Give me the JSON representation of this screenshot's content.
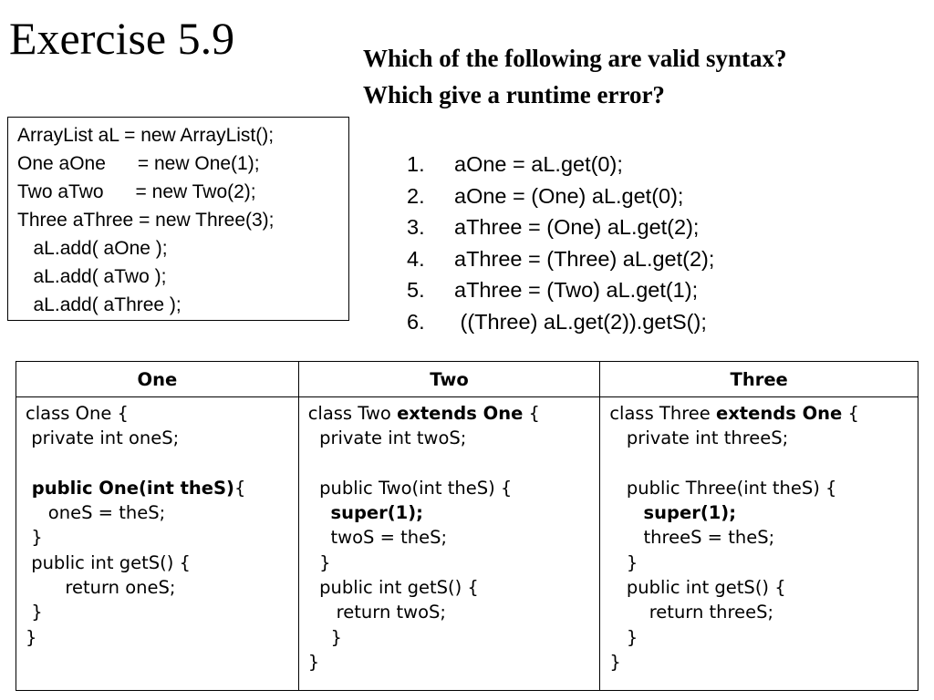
{
  "title": "Exercise 5.9",
  "question": {
    "line1": "Which of the following are valid syntax?",
    "line2": "Which give a runtime error?"
  },
  "setup_code": [
    "ArrayList aL = new ArrayList();",
    "One aOne      = new One(1);",
    "Two aTwo      = new Two(2);",
    "Three aThree = new Three(3);",
    "   aL.add( aOne );",
    "   aL.add( aTwo );",
    "   aL.add( aThree );"
  ],
  "options": [
    {
      "num": "1.",
      "text": "aOne = aL.get(0);"
    },
    {
      "num": "2.",
      "text": "aOne = (One) aL.get(0);"
    },
    {
      "num": "3.",
      "text": "aThree = (One) aL.get(2);"
    },
    {
      "num": "4.",
      "text": "aThree = (Three) aL.get(2);"
    },
    {
      "num": "5.",
      "text": "aThree = (Two) aL.get(1);"
    },
    {
      "num": "6.",
      "text": " ((Three) aL.get(2)).getS();"
    }
  ],
  "table": {
    "headers": [
      "One",
      "Two",
      "Three"
    ],
    "one": {
      "l1": "class One {",
      "l2": " private int oneS;",
      "l3": "",
      "l4_bold": " public One(int theS)",
      "l4_rest": "{",
      "l5": "    oneS = theS;",
      "l6": " }",
      "l7": " public int getS() {",
      "l8": "       return oneS;",
      "l9": " }",
      "l10": "}"
    },
    "two": {
      "l1_pre": "class Two ",
      "l1_bold": "extends One",
      "l1_post": " {",
      "l2": "  private int twoS;",
      "l3": "",
      "l4": "  public Two(int theS) {",
      "l5_pre": "    ",
      "l5_bold": "super(1);",
      "l6": "    twoS = theS;",
      "l7": "  }",
      "l8": "  public int getS() {",
      "l9": "     return twoS;",
      "l10": "    }",
      "l11": "}"
    },
    "three": {
      "l1_pre": "class Three ",
      "l1_bold": "extends One",
      "l1_post": " {",
      "l2": "   private int threeS;",
      "l3": "",
      "l4": "   public Three(int theS) {",
      "l5_pre": "      ",
      "l5_bold": "super(1);",
      "l6": "      threeS = theS;",
      "l7": "   }",
      "l8": "   public int getS() {",
      "l9": "       return threeS;",
      "l10": "   }",
      "l11": "}"
    }
  }
}
